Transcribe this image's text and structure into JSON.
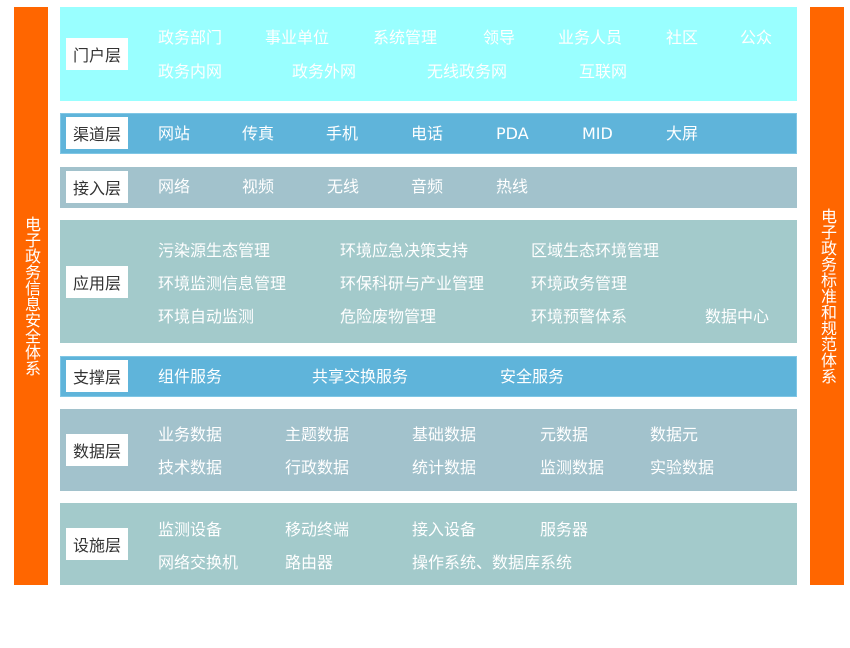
{
  "left_bar": {
    "label": "电子政务信息安全体系"
  },
  "right_bar": {
    "label": "电子政务标准和规范体系"
  },
  "colors": {
    "side_bar": "#ff6600",
    "portal": "#99ffff",
    "channel": "#5fb4da",
    "access": "#a2c2cc",
    "application": "#a3cacb",
    "support": "#5fb4da",
    "data": "#a2c2cc",
    "infrastructure": "#a3cacb"
  },
  "layers": {
    "portal": {
      "label": "门户层",
      "items": [
        "政务部门",
        "事业单位",
        "系统管理",
        "领导",
        "业务人员",
        "社区",
        "公众",
        "政务内网",
        "政务外网",
        "无线政务网",
        "互联网"
      ]
    },
    "channel": {
      "label": "渠道层",
      "items": [
        "网站",
        "传真",
        "手机",
        "电话",
        "PDA",
        "MID",
        "大屏"
      ]
    },
    "access": {
      "label": "接入层",
      "items": [
        "网络",
        "视频",
        "无线",
        "音频",
        "热线"
      ]
    },
    "application": {
      "label": "应用层",
      "items": [
        "污染源生态管理",
        "环境应急决策支持",
        "区域生态环境管理",
        "环境监测信息管理",
        "环保科研与产业管理",
        "环境政务管理",
        "环境自动监测",
        "危险废物管理",
        "环境预警体系",
        "数据中心"
      ]
    },
    "support": {
      "label": "支撑层",
      "items": [
        "组件服务",
        "共享交换服务",
        "安全服务"
      ]
    },
    "data": {
      "label": "数据层",
      "items": [
        "业务数据",
        "主题数据",
        "基础数据",
        "元数据",
        "数据元",
        "技术数据",
        "行政数据",
        "统计数据",
        "监测数据",
        "实验数据"
      ]
    },
    "infrastructure": {
      "label": "设施层",
      "items": [
        "监测设备",
        "移动终端",
        "接入设备",
        "服务器",
        "网络交换机",
        "路由器",
        "操作系统、数据库系统"
      ]
    }
  }
}
